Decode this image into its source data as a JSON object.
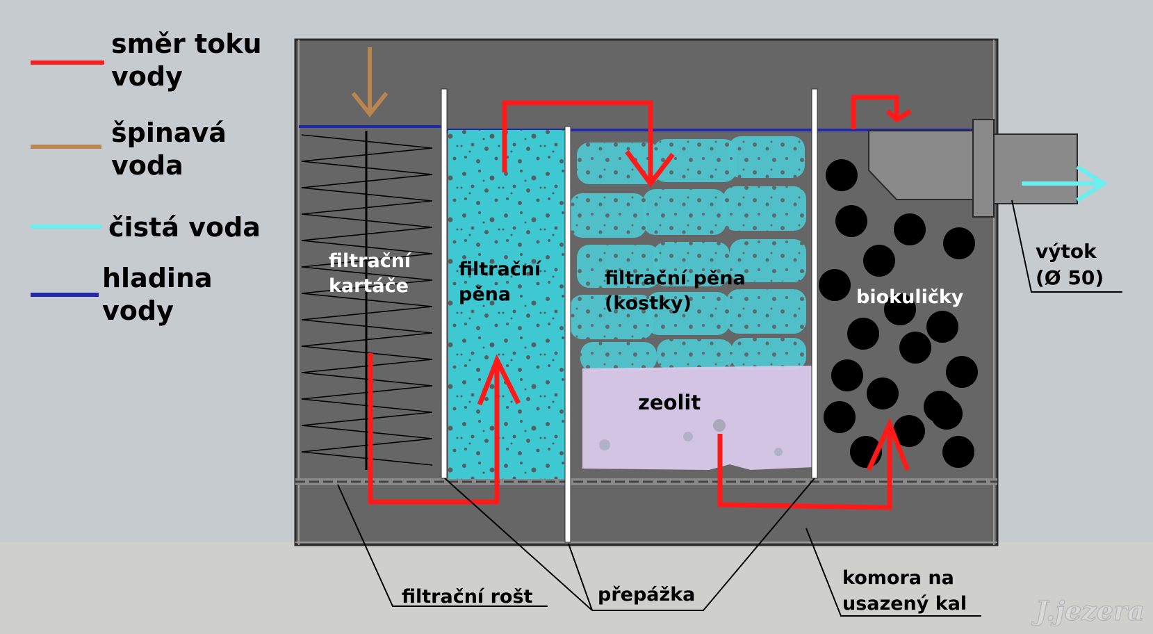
{
  "legend": {
    "flow": {
      "lines": [
        "směr toku",
        "vody"
      ],
      "color": "#ff1a1a"
    },
    "dirty": {
      "lines": [
        "špinavá",
        "voda"
      ],
      "color": "#b8864e"
    },
    "clean": {
      "lines": [
        "čistá voda"
      ],
      "color": "#66f0f0"
    },
    "level": {
      "lines": [
        "hladina",
        "vody"
      ],
      "color": "#2228aa"
    }
  },
  "chambers": {
    "brushes": [
      "filtrační",
      "kartáče"
    ],
    "foam": [
      "filtrační",
      "pěna"
    ],
    "cubes": [
      "filtrační pěna",
      "(kostky)"
    ],
    "zeolite": "zeolit",
    "bioballs": "biokuličky"
  },
  "callouts": {
    "grate": "filtrační rošt",
    "partition": "přepážka",
    "sludge": [
      "komora na",
      "usazený kal"
    ],
    "outlet": [
      "výtok",
      "(Ø 50)"
    ]
  },
  "watermark": "J.jezera",
  "colors": {
    "background": "#c5cbcf",
    "floor": "#cfcfcc",
    "tank": "#666666",
    "foam": "#3ec8d2",
    "zeolite": "#d9c9ea",
    "ball": "#000000"
  }
}
